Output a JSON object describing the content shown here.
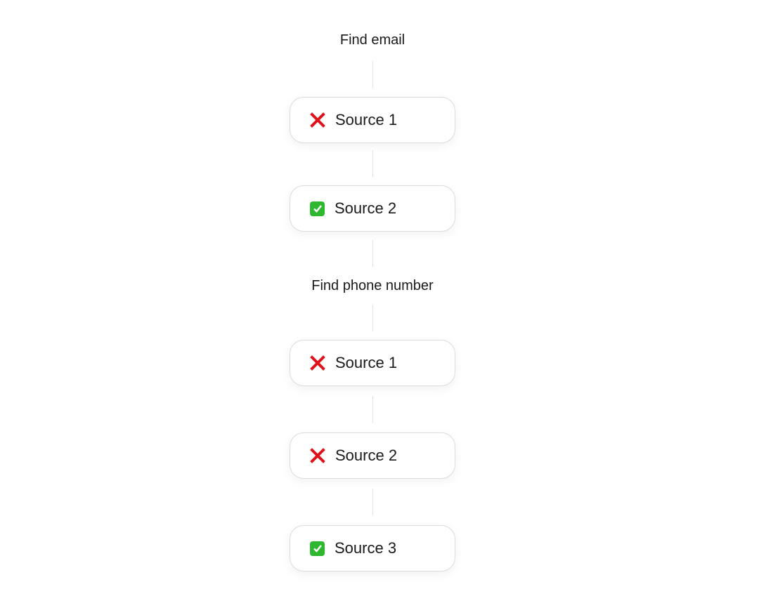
{
  "sections": [
    {
      "title": "Find email",
      "sources": [
        {
          "label": "Source 1",
          "status": "failed",
          "icon": "red-cross-icon"
        },
        {
          "label": "Source 2",
          "status": "success",
          "icon": "green-check-icon"
        }
      ]
    },
    {
      "title": "Find phone number",
      "sources": [
        {
          "label": "Source 1",
          "status": "failed",
          "icon": "red-cross-icon"
        },
        {
          "label": "Source 2",
          "status": "failed",
          "icon": "red-cross-icon"
        },
        {
          "label": "Source 3",
          "status": "success",
          "icon": "green-check-icon"
        }
      ]
    }
  ],
  "colors": {
    "fail": "#e0111a",
    "success": "#2fb82f",
    "connector": "#e3e3e3"
  }
}
